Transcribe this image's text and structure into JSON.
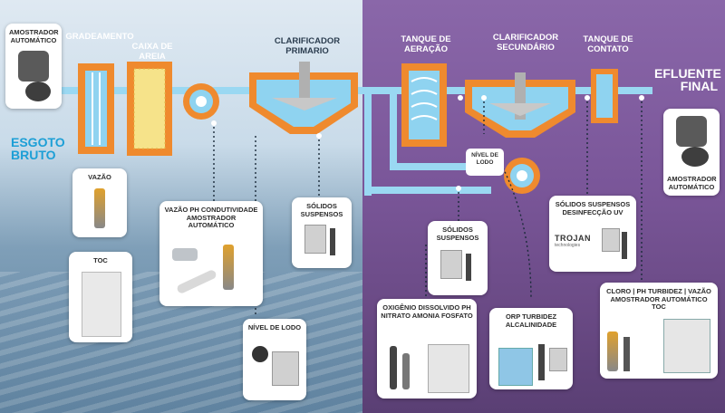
{
  "stages": {
    "gradeamento": "GRADEAMENTO",
    "caixa_areia": "CAIXA DE AREIA",
    "clarificador_primario": "CLARIFICADOR PRIMARIO",
    "tanque_aeracao": "TANQUE DE AERAÇÃO",
    "clarificador_secundario": "CLARIFICADOR SECUNDÁRIO",
    "tanque_contato": "TANQUE DE CONTATO"
  },
  "endpoints": {
    "esgoto_line1": "ESGOTO",
    "esgoto_line2": "BRUTO",
    "efluente_line1": "EFLUENTE",
    "efluente_line2": "FINAL"
  },
  "nivel_lodo_label": "NÍVEL DE LODO",
  "cards": {
    "amostrador_left": "AMOSTRADOR AUTOMÁTICO",
    "amostrador_right": "AMOSTRADOR AUTOMÁTICO",
    "vazao": "VAZÃO",
    "toc": "TOC",
    "vazao_ph": "VAZÃO PH CONDUTIVIDADE AMOSTRADOR AUTOMÁTICO",
    "solidos_primario": "SÓLIDOS SUSPENSOS",
    "nivel_lodo": "NÍVEL DE LODO",
    "solidos_aeracao": "SÓLIDOS SUSPENSOS",
    "oxigenio": "OXIGÊNIO DISSOLVIDO PH NITRATO AMONIA FOSFATO",
    "orp": "ORP TURBIDEZ ALCALINIDADE",
    "solidos_uv": "SÓLIDOS SUSPENSOS DESINFECÇÃO UV",
    "cloro": "CLORO | PH TURBIDEZ | VAZÃO AMOSTRADOR AUTOMÁTICO TOC"
  },
  "trojan": {
    "name": "TROJAN",
    "sub": "technologies"
  },
  "colors": {
    "orange": "#ef8a2e",
    "cyan": "#8fd3f0",
    "pipe": "#9ad8f2",
    "purple": "#7a5699"
  }
}
